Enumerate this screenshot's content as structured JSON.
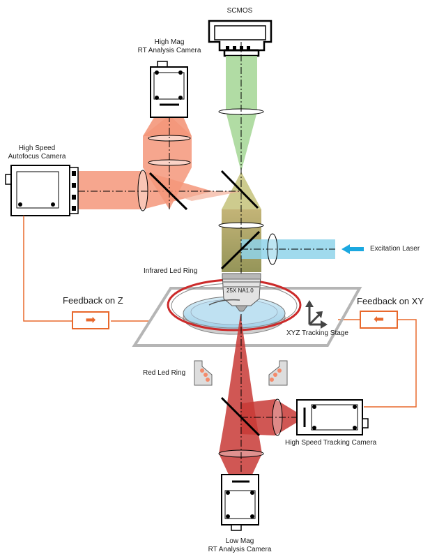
{
  "labels": {
    "scmos": "SCMOS",
    "high_mag_line1": "High Mag",
    "high_mag_line2": "RT Analysis Camera",
    "autofocus_line1": "High Speed",
    "autofocus_line2": "Autofocus Camera",
    "excitation_laser": "Excitation Laser",
    "infrared_led_ring": "Infrared Led Ring",
    "objective": "25X NA1.0",
    "feedback_z": "Feedback on Z",
    "feedback_xy": "Feedback on XY",
    "xyz_stage": "XYZ Tracking Stage",
    "red_led_ring": "Red Led Ring",
    "tracking_camera": "High Speed Tracking Camera",
    "low_mag_line1": "Low Mag",
    "low_mag_line2": "RT Analysis Camera"
  },
  "colors": {
    "green_beam": "#a8d89a",
    "olive_beam": "#a8a060",
    "salmon_beam": "#f4977a",
    "red_beam": "#c83a36",
    "blue_beam": "#8fd3ea",
    "laser_arrow": "#1ba8e0",
    "feedback": "#e8682c",
    "stage": "#b5b5b5",
    "led_ring": "#cc2a2a"
  }
}
